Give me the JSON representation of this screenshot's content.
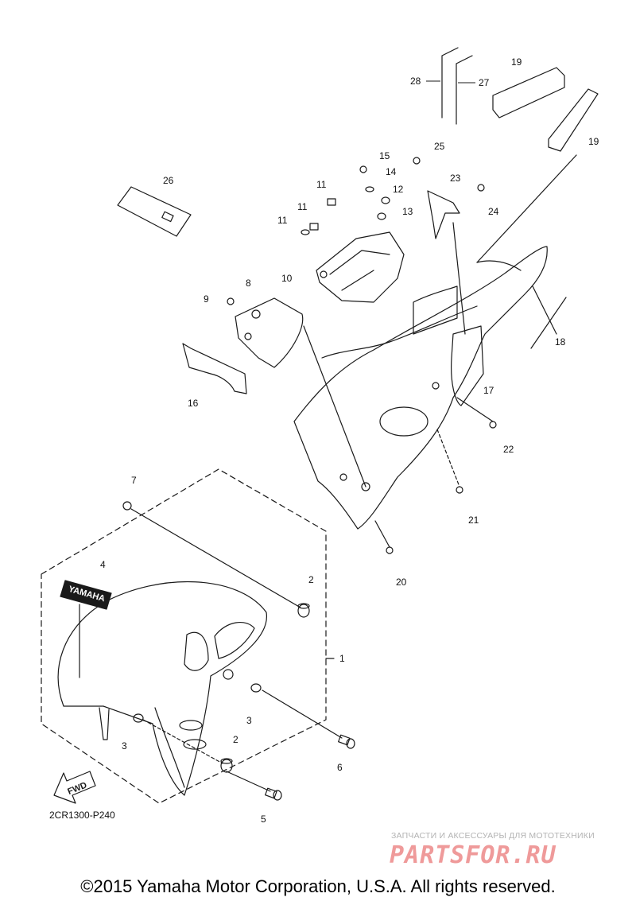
{
  "diagram": {
    "code": "2CR1300-P240",
    "callouts": [
      "1",
      "2",
      "2",
      "3",
      "3",
      "4",
      "5",
      "6",
      "7",
      "8",
      "9",
      "10",
      "11",
      "11",
      "11",
      "12",
      "13",
      "14",
      "15",
      "16",
      "17",
      "18",
      "19",
      "19",
      "20",
      "21",
      "22",
      "23",
      "24",
      "25",
      "26",
      "27",
      "28"
    ],
    "fwd_label": "FWD",
    "decal_text": "YAMAHA"
  },
  "watermark": {
    "tagline": "ЗАПЧАСТИ И АКСЕССУАРЫ ДЛЯ МОТОТЕХНИКИ",
    "logo": "PARTSFOR.RU"
  },
  "footer": {
    "copyright": "©2015 Yamaha Motor Corporation, U.S.A. All rights reserved."
  },
  "colors": {
    "line": "#1a1a1a",
    "watermark_logo": "#ef9a9a"
  }
}
